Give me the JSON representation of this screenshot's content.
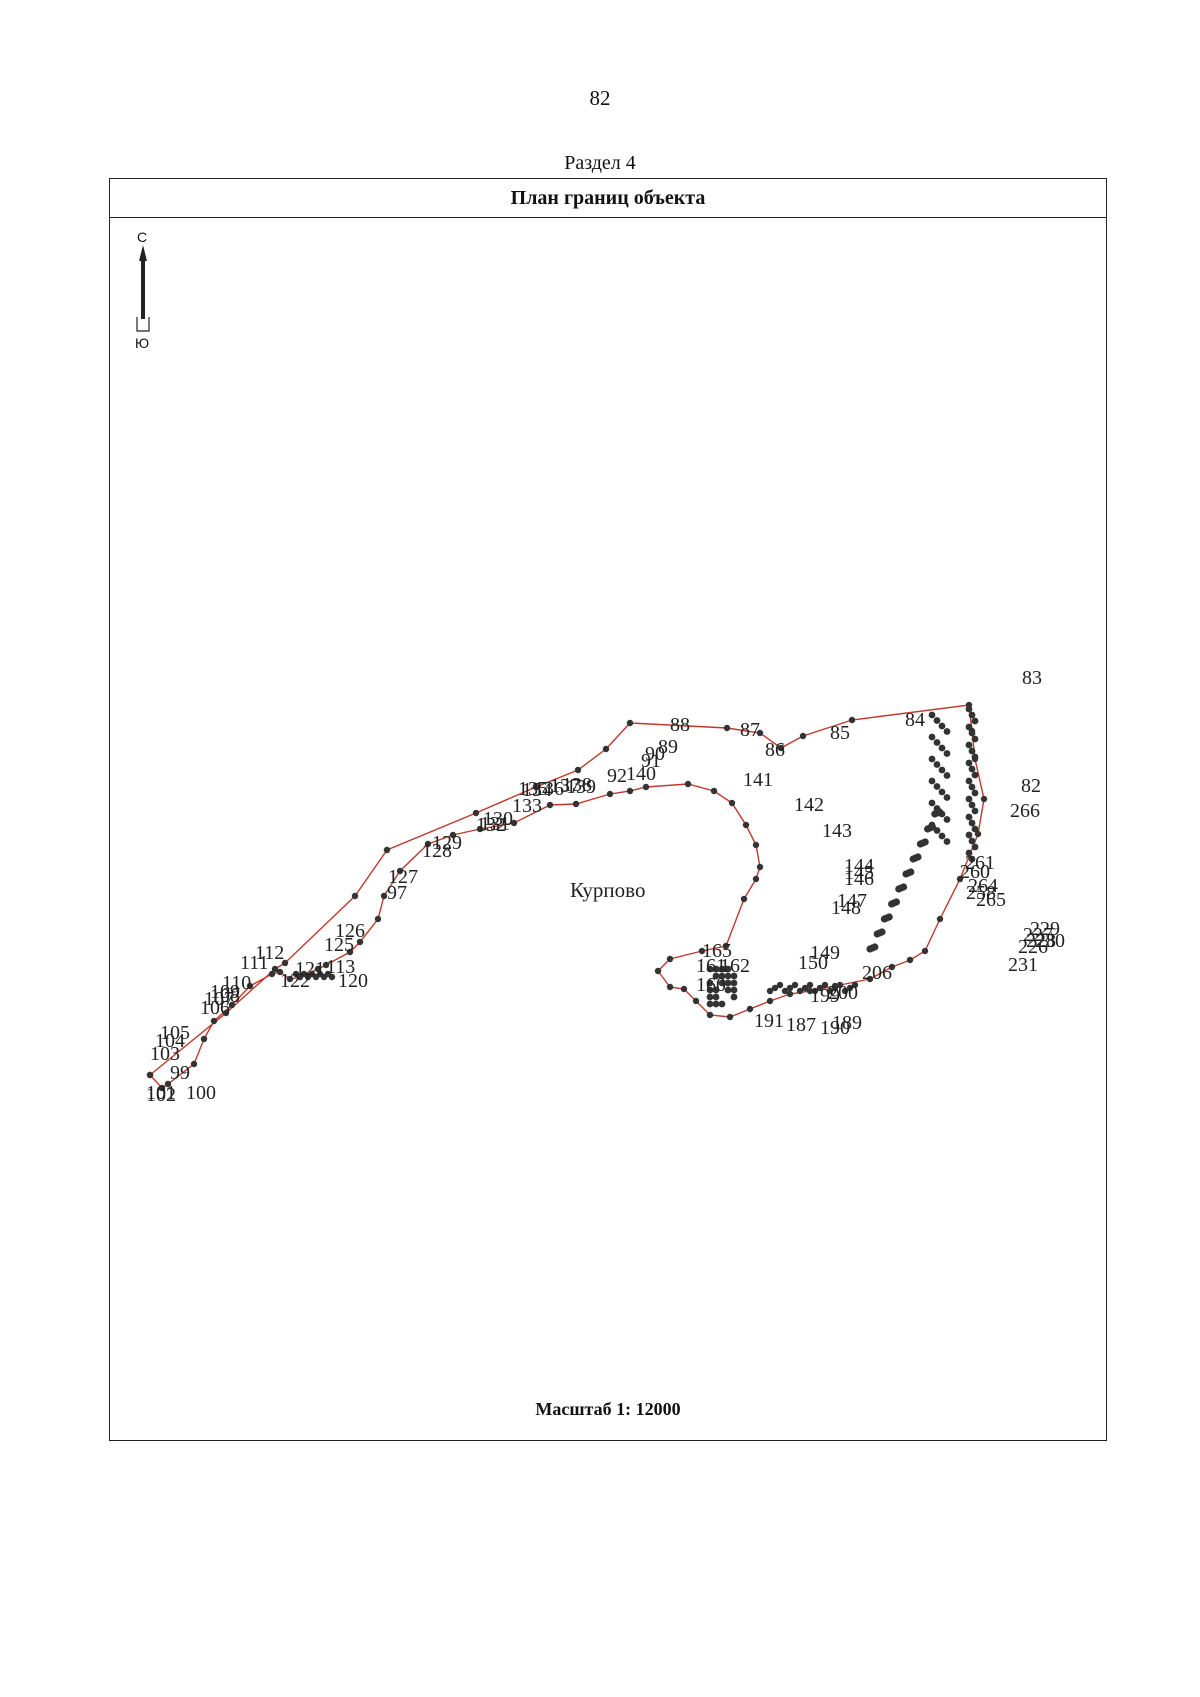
{
  "page_number": "82",
  "section_label": "Раздел 4",
  "frame_title": "План границ объекта",
  "compass": {
    "north": "С",
    "south": "Ю"
  },
  "place_name": "Курпово",
  "scale_text": "Масштаб 1: 12000",
  "colors": {
    "boundary": "#c0392b",
    "point": "#333333"
  },
  "point_labels": [
    "82",
    "83",
    "84",
    "85",
    "86",
    "87",
    "88",
    "89",
    "90",
    "91",
    "92",
    "97",
    "99",
    "100",
    "101",
    "102",
    "103",
    "104",
    "105",
    "106",
    "107",
    "108",
    "109",
    "110",
    "111",
    "112",
    "113",
    "120",
    "121",
    "122",
    "125",
    "126",
    "127",
    "128",
    "129",
    "130",
    "131",
    "132",
    "133",
    "134",
    "135",
    "136",
    "137",
    "138",
    "139",
    "140",
    "141",
    "142",
    "143",
    "144",
    "145",
    "146",
    "147",
    "148",
    "149",
    "150",
    "160",
    "161",
    "162",
    "165",
    "187",
    "189",
    "190",
    "191",
    "199",
    "200",
    "206",
    "226",
    "227",
    "228",
    "229",
    "230",
    "231",
    "258",
    "260",
    "261",
    "264",
    "265",
    "266"
  ]
}
